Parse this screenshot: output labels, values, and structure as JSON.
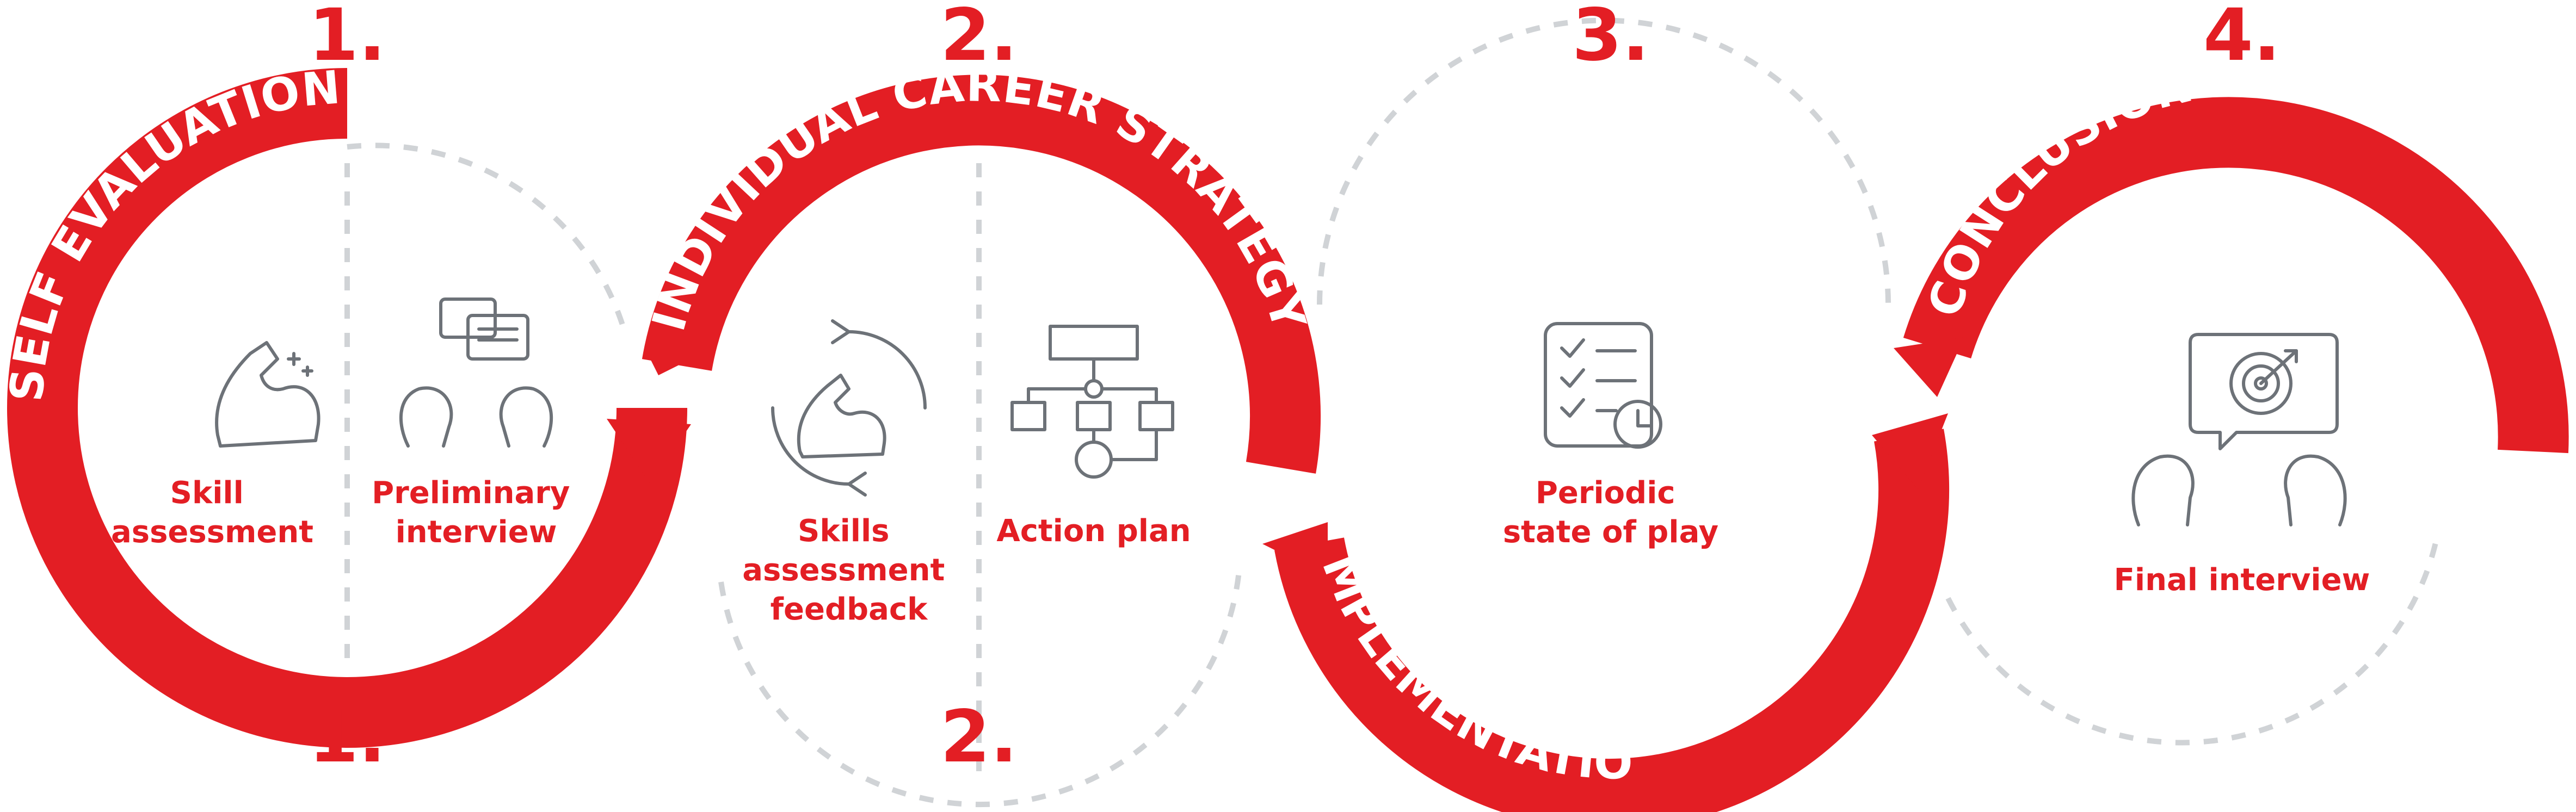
{
  "colors": {
    "accent": "#e31e24",
    "icon": "#6d7278",
    "dashed": "#d0d3d6",
    "white": "#ffffff"
  },
  "steps": [
    {
      "number": "1.",
      "title": "SELF EVALUATION",
      "items": [
        {
          "label_lines": [
            "Skill",
            "assessment"
          ],
          "icon": "flexed-arm-icon"
        },
        {
          "label_lines": [
            "Preliminary",
            "interview"
          ],
          "icon": "conversation-icon"
        }
      ]
    },
    {
      "number": "2.",
      "title": "INDIVIDUAL CAREER STRATEGY",
      "items": [
        {
          "label_lines": [
            "Skills",
            "assessment",
            "feedback"
          ],
          "icon": "flexed-arm-cycle-icon"
        },
        {
          "label_lines": [
            "Action plan"
          ],
          "icon": "flowchart-icon"
        }
      ]
    },
    {
      "number": "3.",
      "title": "IMPLEMENTATION",
      "items": [
        {
          "label_lines": [
            "Periodic",
            "state of play"
          ],
          "icon": "checklist-clock-icon"
        }
      ]
    },
    {
      "number": "4.",
      "title": "CONCLUSION",
      "items": [
        {
          "label_lines": [
            "Final interview"
          ],
          "icon": "target-interview-icon"
        }
      ]
    }
  ]
}
